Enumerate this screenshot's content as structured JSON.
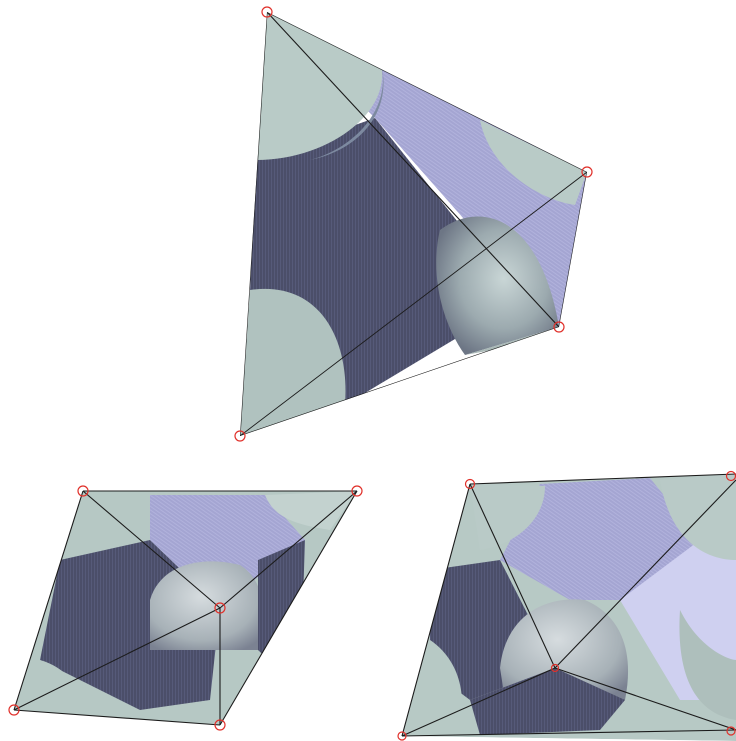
{
  "figures": [
    {
      "name": "tetrahedron-top",
      "vertex_count": 4
    },
    {
      "name": "tetrahedron-bottom-left",
      "vertex_count": 5
    },
    {
      "name": "tetrahedron-bottom-right",
      "vertex_count": 5
    }
  ],
  "colors": {
    "background": "#ffffff",
    "face_light": "#b9cbc7",
    "face_mid": "#9fb0b0",
    "face_lavender": "#a9a9d3",
    "face_lavender_light": "#c8c9ea",
    "face_dark": "#4f526f",
    "face_darker": "#3f4159",
    "edge": "#1b1b1b",
    "vertex_marker": "#e0302a"
  },
  "icons": [
    "vertex-marker-icon"
  ]
}
